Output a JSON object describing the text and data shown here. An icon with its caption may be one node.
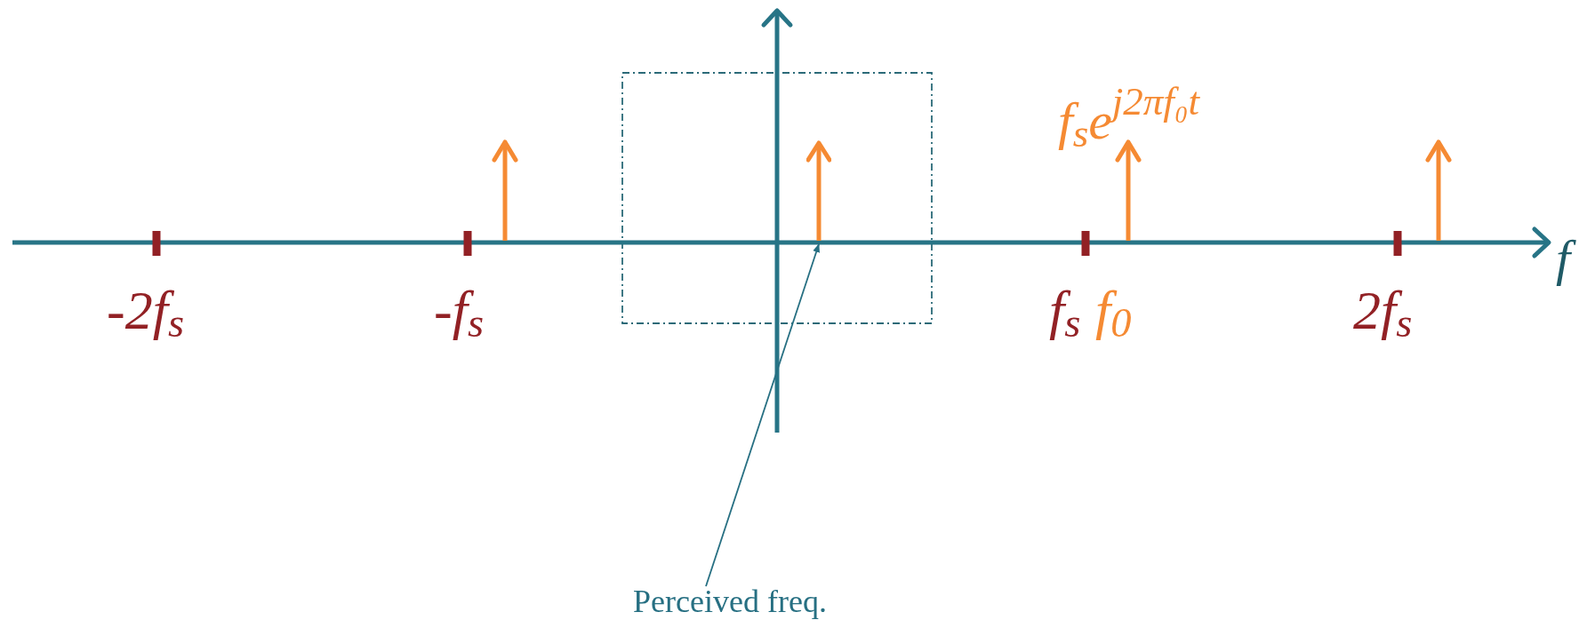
{
  "diagram": {
    "nodes": [
      {
        "text": [
          "Perceived freq."
        ]
      },
      {
        "text": [],
        "shape": "arrow"
      }
    ],
    "edges": [
      {
        "from": 0,
        "to": 1,
        "arrow": "to"
      }
    ],
    "labels": [
      "f$_{s}$e$^{j2πf₀t}$",
      "f",
      "-2f$_{s}$",
      "-f$_{s}$",
      "f$_{s}$",
      "f$_{0}$",
      "2f$_{s}$"
    ]
  }
}
